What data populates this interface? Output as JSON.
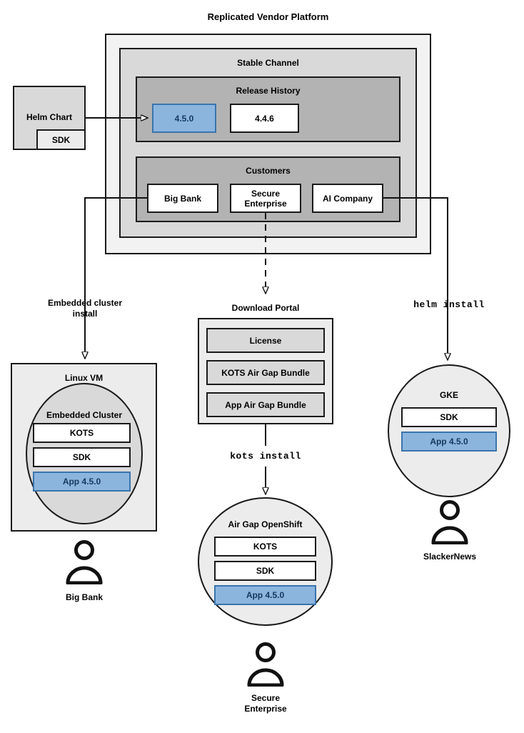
{
  "diagram": {
    "title": "Replicated Vendor Platform",
    "platform": {
      "channel_title": "Stable Channel",
      "release_history": {
        "title": "Release History",
        "releases": [
          {
            "version": "4.5.0",
            "highlighted": true
          },
          {
            "version": "4.4.6",
            "highlighted": false
          }
        ]
      },
      "customers": {
        "title": "Customers",
        "items": [
          "Big Bank",
          "Secure\nEnterprise",
          "AI Company"
        ]
      }
    },
    "source": {
      "label": "Helm Chart",
      "sub_label": "SDK"
    },
    "edges": {
      "embedded_install": "Embedded cluster\ninstall",
      "kots_install": "kots install",
      "helm_install": "helm install"
    },
    "download_portal": {
      "title": "Download Portal",
      "artifacts": [
        "License",
        "KOTS Air Gap Bundle",
        "App Air Gap Bundle"
      ]
    },
    "targets": [
      {
        "name": "linux-vm",
        "title": "Linux VM",
        "inner_title": "Embedded Cluster",
        "components": [
          {
            "label": "KOTS",
            "highlighted": false
          },
          {
            "label": "SDK",
            "highlighted": false
          },
          {
            "label": "App 4.5.0",
            "highlighted": true
          }
        ],
        "actor": "Big Bank"
      },
      {
        "name": "air-gap-openshift",
        "title": "Air Gap OpenShift",
        "components": [
          {
            "label": "KOTS",
            "highlighted": false
          },
          {
            "label": "SDK",
            "highlighted": false
          },
          {
            "label": "App 4.5.0",
            "highlighted": true
          }
        ],
        "actor": "Secure\nEnterprise"
      },
      {
        "name": "gke",
        "title": "GKE",
        "components": [
          {
            "label": "SDK",
            "highlighted": false
          },
          {
            "label": "App 4.5.0",
            "highlighted": true
          }
        ],
        "actor": "SlackerNews"
      }
    ],
    "colors": {
      "stroke": "#1a1a1a",
      "highlight_fill": "#8cb5de",
      "highlight_border": "#3a74ab",
      "highlight_text": "#14395e",
      "platform_fill": "#f2f2f2",
      "channel_fill": "#d9d9d9",
      "section_fill": "#b3b3b3",
      "node_fill": "#ececec"
    }
  }
}
